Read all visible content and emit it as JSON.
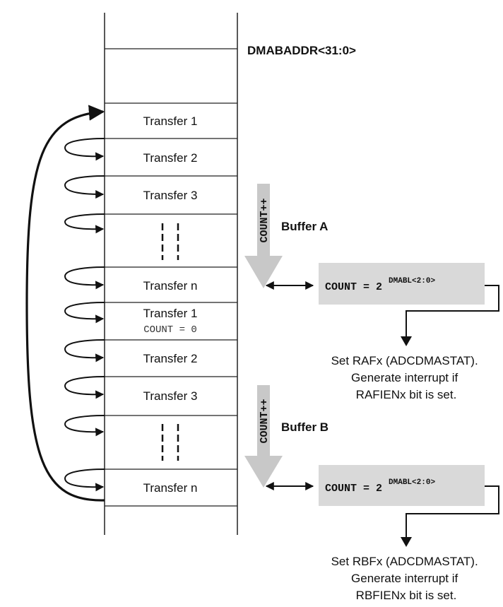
{
  "labels": {
    "address": "DMABADDR<31:0>",
    "buffer_a": "Buffer A",
    "buffer_b": "Buffer B",
    "count_increment": "COUNT++"
  },
  "memory": {
    "transfers": [
      {
        "label": "Transfer 1",
        "sublabel": ""
      },
      {
        "label": "Transfer 2",
        "sublabel": ""
      },
      {
        "label": "Transfer 3",
        "sublabel": ""
      },
      {
        "label": "",
        "sublabel": ""
      },
      {
        "label": "Transfer n",
        "sublabel": ""
      },
      {
        "label": "Transfer 1",
        "sublabel": "COUNT = 0"
      },
      {
        "label": "Transfer 2",
        "sublabel": ""
      },
      {
        "label": "Transfer 3",
        "sublabel": ""
      },
      {
        "label": "",
        "sublabel": ""
      },
      {
        "label": "Transfer n",
        "sublabel": ""
      }
    ]
  },
  "count_boxes": [
    {
      "base": "COUNT = 2",
      "exponent": "DMABL<2:0>"
    },
    {
      "base": "COUNT = 2",
      "exponent": "DMABL<2:0>"
    }
  ],
  "notes": [
    {
      "lines": [
        "Set RAFx (ADCDMASTAT).",
        "Generate interrupt if",
        "RAFIENx bit is set."
      ]
    },
    {
      "lines": [
        "Set RBFx (ADCDMASTAT).",
        "Generate interrupt if",
        "RBFIENx bit is set."
      ]
    }
  ],
  "colors": {
    "line": "#222222",
    "box_fill": "#d9d9d9",
    "arrow_fill": "#c8c8c8",
    "text": "#111111"
  }
}
